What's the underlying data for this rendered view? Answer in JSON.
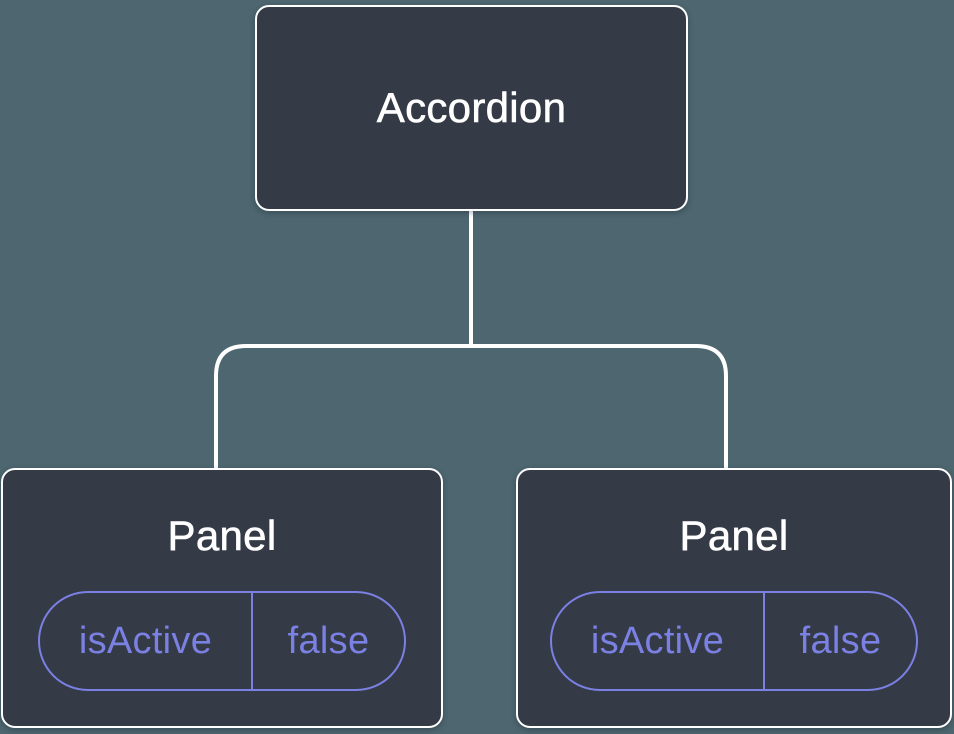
{
  "diagram": {
    "root": {
      "label": "Accordion"
    },
    "children": [
      {
        "label": "Panel",
        "state": {
          "key": "isActive",
          "value": "false"
        }
      },
      {
        "label": "Panel",
        "state": {
          "key": "isActive",
          "value": "false"
        }
      }
    ]
  },
  "colors": {
    "background": "#4D666F",
    "node_fill": "#343A46",
    "node_border": "#FFFFFF",
    "node_text": "#FFFFFF",
    "state_accent": "#7B80E3",
    "connector": "#FFFFFF"
  }
}
